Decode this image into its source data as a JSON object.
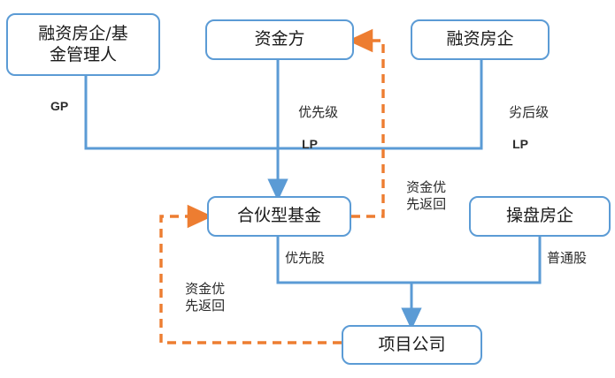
{
  "diagram": {
    "title_colors": {
      "node_border": "#5B9BD5",
      "solid_connector": "#5B9BD5",
      "dashed_connector": "#ED7D31",
      "background": "#FFFFFF",
      "text": "#1A1A1A"
    },
    "nodes": [
      {
        "id": "financing-sponsor-gp",
        "label": "融资房企/基金\n管理人",
        "line1": "融资房企/基",
        "line2": "金管理人"
      },
      {
        "id": "capital-provider",
        "label": "资金方"
      },
      {
        "id": "financing-developer",
        "label": "融资房企"
      },
      {
        "id": "partnership-fund",
        "label": "合伙型基金"
      },
      {
        "id": "operating-developer",
        "label": "操盘房企"
      },
      {
        "id": "project-company",
        "label": "项目公司"
      }
    ],
    "edge_labels": [
      {
        "id": "gp",
        "text": "GP",
        "from": "financing-sponsor-gp",
        "to": "partnership-fund"
      },
      {
        "id": "senior-lp",
        "line1": "优先级",
        "line2": "LP",
        "from": "capital-provider",
        "to": "partnership-fund"
      },
      {
        "id": "subordinate-lp",
        "line1": "劣后级",
        "line2": "LP",
        "from": "financing-developer",
        "to": "partnership-fund"
      },
      {
        "id": "capital-return-upper",
        "line1": "资金优",
        "line2": "先返回",
        "from": "partnership-fund",
        "to": "capital-provider"
      },
      {
        "id": "preferred-share",
        "text": "优先股",
        "from": "partnership-fund",
        "to": "project-company"
      },
      {
        "id": "common-share",
        "text": "普通股",
        "from": "operating-developer",
        "to": "project-company"
      },
      {
        "id": "capital-return-lower",
        "line1": "资金优",
        "line2": "先返回",
        "from": "project-company",
        "to": "partnership-fund"
      }
    ]
  }
}
